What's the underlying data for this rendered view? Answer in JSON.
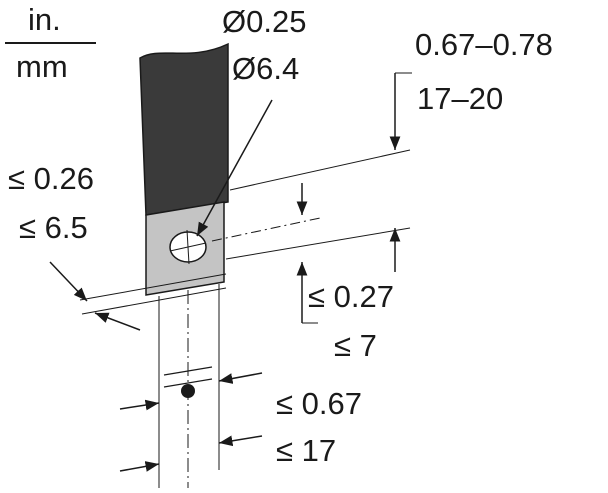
{
  "units": {
    "inch": "in.",
    "mm": "mm"
  },
  "hole_diameter": {
    "inch": "Ø0.25",
    "mm": "Ø6.4"
  },
  "overall_length": {
    "inch": "0.67–0.78",
    "mm": "17–20"
  },
  "tab_thickness": {
    "inch": "≤ 0.26",
    "mm": "≤ 6.5"
  },
  "hole_offset": {
    "inch": "≤ 0.27",
    "mm": "≤ 7"
  },
  "tab_width": {
    "inch": "≤ 0.67",
    "mm": "≤ 17"
  },
  "colors": {
    "ink": "#1a1a1a",
    "insulation": "#3a3a3a",
    "metal": "#c4c4c4"
  }
}
